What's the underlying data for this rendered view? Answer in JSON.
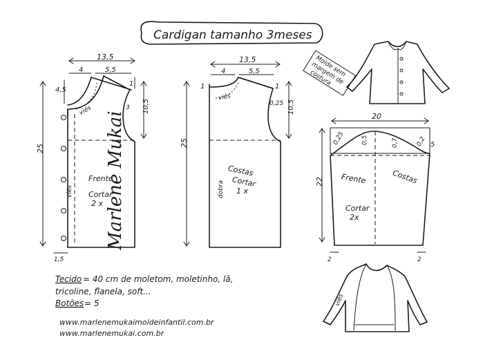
{
  "title": "Cardigan tamanho 3meses",
  "note": [
    "Molde sem",
    "margem de",
    "costura"
  ],
  "front": {
    "width_top": "13,5",
    "neck_w": "4",
    "shoulder_w": "5,5",
    "neck_drop": "4,5",
    "shoulder_drop": "1",
    "armhole_h": "10,5",
    "armhole_curve": "3",
    "length": "25",
    "hem_ext": "1,5",
    "viés": "viés",
    "name": "Frente",
    "cut": "Cortar",
    "qty": "2 x"
  },
  "back": {
    "width_top": "13,5",
    "neck_w": "4",
    "shoulder_w": "5,5",
    "neck_drop": "1",
    "shoulder_drop": "1",
    "armhole_h": "10,5",
    "armhole_curve": "0,25",
    "length": "25",
    "viés": "viés",
    "dobra": "dobra",
    "name": "Costas",
    "cut": "Cortar",
    "qty": "1 x"
  },
  "sleeve": {
    "width": "20",
    "cap_h": "5",
    "m1": "0,25",
    "m2": "0,5",
    "m3": "0,7",
    "m4": "0,2",
    "length": "22",
    "left_name": "Frente",
    "right_name": "Costas",
    "cut": "Cortar",
    "qty": "2x",
    "hem_l": "2",
    "hem_r": "2"
  },
  "fabric": {
    "label": "Tecido",
    "text1": "= 40 cm   de moletom, moletinho, lã,",
    "text2": "tricoline, flanela, soft...",
    "buttons_label": "Botões",
    "buttons_value": "= 5"
  },
  "urls": [
    "www.marlenemukaimoldeinfantil.com.br",
    "www.marlenemukai.com.br"
  ],
  "signature": "Marlene Mukai",
  "sketch_label": "viés"
}
